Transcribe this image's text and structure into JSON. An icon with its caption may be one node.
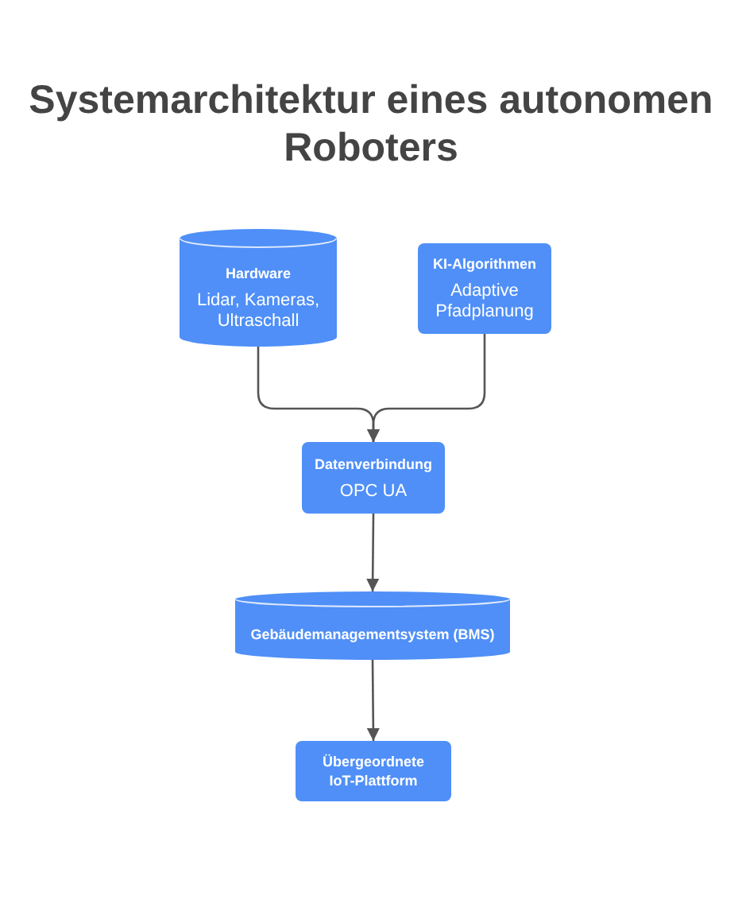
{
  "diagram": {
    "title": "Systemarchitektur eines autonomen Roboters",
    "nodes": [
      {
        "text": [
          "Hardware",
          "Lidar, Kameras, Ultraschall"
        ]
      },
      {
        "text": [
          "KI-Algorithmen",
          "Adaptive Pfadplanung"
        ]
      },
      {
        "text": [
          "Datenverbindung",
          "OPC UA"
        ]
      },
      {
        "text": [
          "Gebäudemanagementsystem (BMS)"
        ]
      },
      {
        "text": [
          "Übergeordnete IoT-Plattform"
        ]
      }
    ],
    "edges": [
      {
        "from": 0,
        "to": 2,
        "arrow": "to"
      },
      {
        "from": 1,
        "to": 2,
        "arrow": "to"
      },
      {
        "from": 2,
        "to": 3,
        "arrow": "to"
      },
      {
        "from": 3,
        "to": 4,
        "arrow": "to"
      }
    ]
  }
}
